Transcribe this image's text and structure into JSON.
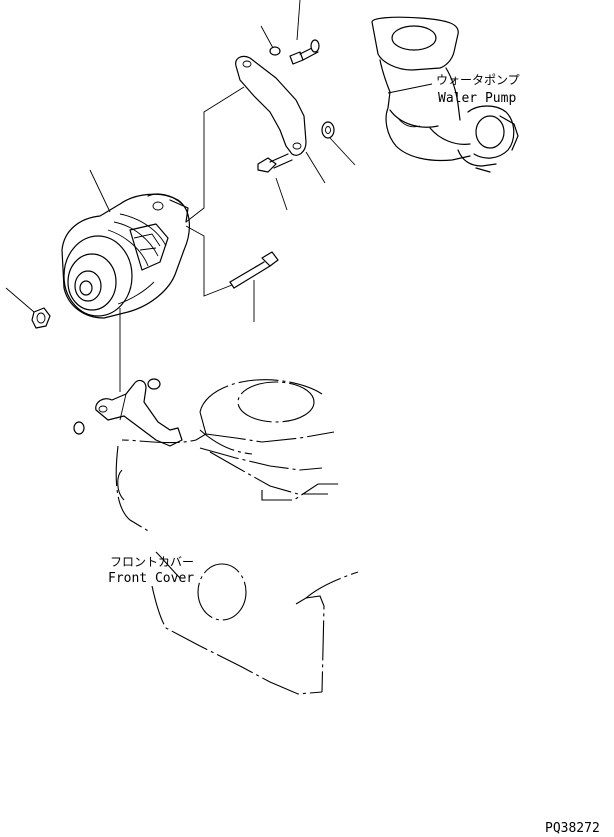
{
  "labels": {
    "water_pump_jp": "ウォータポンプ",
    "water_pump_en": "Waler Pump",
    "front_cover_jp": "フロントカバー",
    "front_cover_en": "Front Cover",
    "drawing_code": "PQ38272"
  }
}
